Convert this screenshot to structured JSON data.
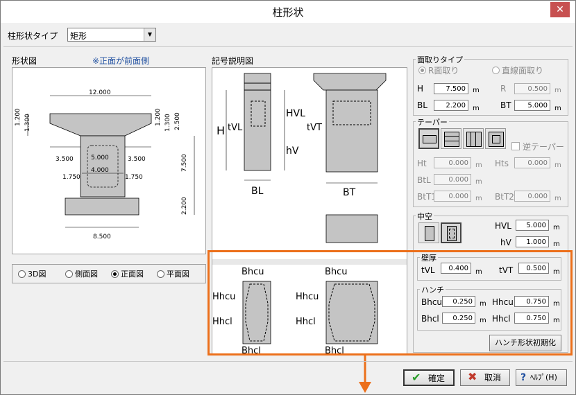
{
  "window": {
    "title": "柱形状",
    "close": "✕"
  },
  "column_type": {
    "label": "柱形状タイプ",
    "value": "矩形"
  },
  "shape_panel": {
    "title": "形状図",
    "note": "※正面が前面側",
    "dims": {
      "top_width": "12.000",
      "d1200a": "1.200",
      "d300a": "1.300",
      "d1200b": "1.200",
      "d300b": "1.300",
      "d2500": "2.500",
      "d3500l": "3.500",
      "d3500r": "3.500",
      "d5000": "5.000",
      "d4000": "4.000",
      "d1750l": "1.750",
      "d1750r": "1.750",
      "d7500": "7.500",
      "d2200": "2.200",
      "d8500": "8.500"
    },
    "views": [
      {
        "label": "3D図",
        "selected": false
      },
      {
        "label": "側面図",
        "selected": false
      },
      {
        "label": "正面図",
        "selected": true
      },
      {
        "label": "平面図",
        "selected": false
      }
    ]
  },
  "symbol_panel": {
    "title": "記号説明図",
    "labels": {
      "H": "H",
      "tVL": "tVL",
      "HVL": "HVL",
      "hV": "hV",
      "BL": "BL",
      "tVT": "tVT",
      "BT": "BT",
      "Bhcu1": "Bhcu",
      "Hhcu1": "Hhcu",
      "Hhcl1": "Hhcl",
      "Bhcl1": "Bhcl",
      "Bhcu2": "Bhcu",
      "Hhcu2": "Hhcu",
      "Hhcl2": "Hhcl",
      "Bhcl2": "Bhcl"
    }
  },
  "chamfer": {
    "title": "面取りタイプ",
    "options": [
      {
        "label": "R面取り",
        "selected": true
      },
      {
        "label": "直線面取り",
        "selected": false
      }
    ],
    "H": {
      "label": "H",
      "value": "7.500",
      "unit": "m"
    },
    "R": {
      "label": "R",
      "value": "0.500",
      "unit": "m"
    },
    "BL": {
      "label": "BL",
      "value": "2.200",
      "unit": "m"
    },
    "BT": {
      "label": "BT",
      "value": "5.000",
      "unit": "m"
    }
  },
  "taper": {
    "title": "テーパー",
    "reverse_label": "逆テーパー",
    "Ht": {
      "label": "Ht",
      "value": "0.000",
      "unit": "m"
    },
    "Hts": {
      "label": "Hts",
      "value": "0.000",
      "unit": "m"
    },
    "BtL": {
      "label": "BtL",
      "value": "0.000",
      "unit": "m"
    },
    "BtT1": {
      "label": "BtT1",
      "value": "0.000",
      "unit": "m"
    },
    "BtT2": {
      "label": "BtT2",
      "value": "0.000",
      "unit": "m"
    }
  },
  "hollow": {
    "title": "中空",
    "HVL": {
      "label": "HVL",
      "value": "5.000",
      "unit": "m"
    },
    "hV": {
      "label": "hV",
      "value": "1.000",
      "unit": "m"
    }
  },
  "wall": {
    "title": "壁厚",
    "tVL": {
      "label": "tVL",
      "value": "0.400",
      "unit": "m"
    },
    "tVT": {
      "label": "tVT",
      "value": "0.500",
      "unit": "m"
    }
  },
  "haunch": {
    "title": "ハンチ",
    "Bhcu": {
      "label": "Bhcu",
      "value": "0.250",
      "unit": "m"
    },
    "Hhcu": {
      "label": "Hhcu",
      "value": "0.750",
      "unit": "m"
    },
    "Bhcl": {
      "label": "Bhcl",
      "value": "0.250",
      "unit": "m"
    },
    "Hhcl": {
      "label": "Hhcl",
      "value": "0.750",
      "unit": "m"
    },
    "reset": "ハンチ形状初期化"
  },
  "buttons": {
    "ok": "確定",
    "cancel": "取消",
    "help": "ﾍﾙﾌﾟ(H)"
  },
  "colors": {
    "highlight": "#ec6f1a",
    "check": "#2a9d2a",
    "cancel_x": "#c0392b"
  }
}
